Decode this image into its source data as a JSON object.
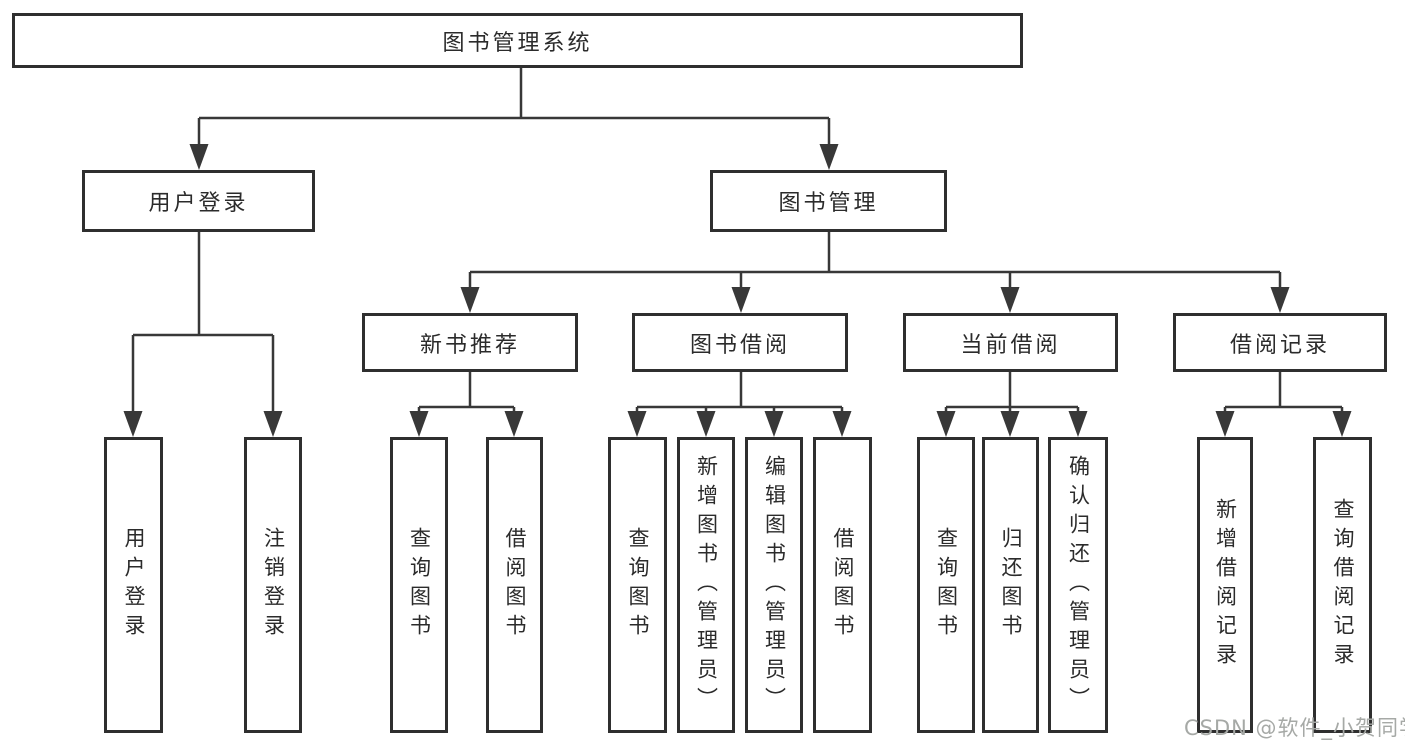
{
  "tree": {
    "label": "图书管理系统",
    "children": [
      {
        "label": "用户登录",
        "children": [
          {
            "label": "用户登录"
          },
          {
            "label": "注销登录"
          }
        ]
      },
      {
        "label": "图书管理",
        "children": [
          {
            "label": "新书推荐",
            "children": [
              {
                "label": "查询图书"
              },
              {
                "label": "借阅图书"
              }
            ]
          },
          {
            "label": "图书借阅",
            "children": [
              {
                "label": "查询图书"
              },
              {
                "label": "新增图书（管理员）"
              },
              {
                "label": "编辑图书（管理员）"
              },
              {
                "label": "借阅图书"
              }
            ]
          },
          {
            "label": "当前借阅",
            "children": [
              {
                "label": "查询图书"
              },
              {
                "label": "归还图书"
              },
              {
                "label": "确认归还（管理员）"
              }
            ]
          },
          {
            "label": "借阅记录",
            "children": [
              {
                "label": "新增借阅记录"
              },
              {
                "label": "查询借阅记录"
              }
            ]
          }
        ]
      }
    ]
  },
  "watermark": {
    "text": "CSDN @软件_小贺同学",
    "color": "#a6a9a6"
  },
  "colors": {
    "background": "#ffffff",
    "box_fill": "#ffffff",
    "box_border": "#2f2f2f",
    "connector_line": "#383838",
    "text": "#2b2b2b"
  }
}
